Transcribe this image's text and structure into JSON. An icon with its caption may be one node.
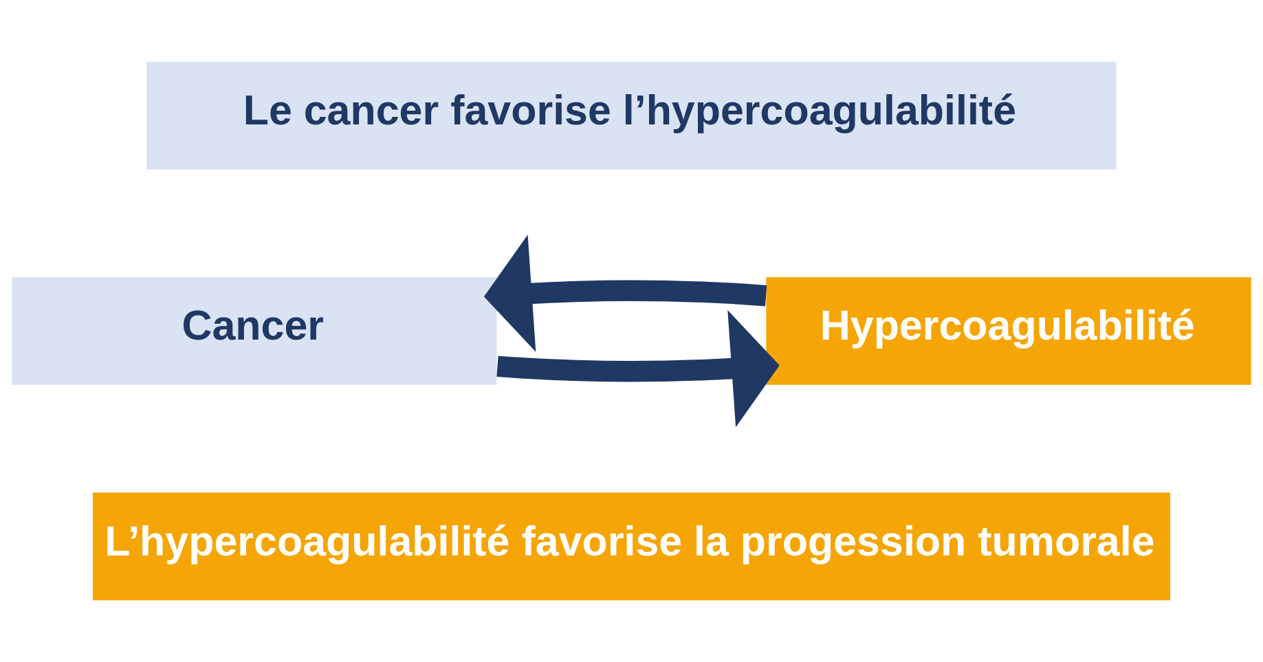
{
  "diagram": {
    "nodes": [
      {
        "text": [
          "Le cancer favorise l’hypercoagulabilité"
        ]
      },
      {
        "text": [
          "Cancer"
        ]
      },
      {
        "text": [
          "Hypercoagulabilité"
        ]
      },
      {
        "text": [
          "L’hypercoagulabilité favorise la progession tumorale"
        ]
      }
    ],
    "edges": [
      {
        "from": 1,
        "to": 2,
        "arrow": "to"
      },
      {
        "from": 2,
        "to": 1,
        "arrow": "to"
      }
    ]
  }
}
